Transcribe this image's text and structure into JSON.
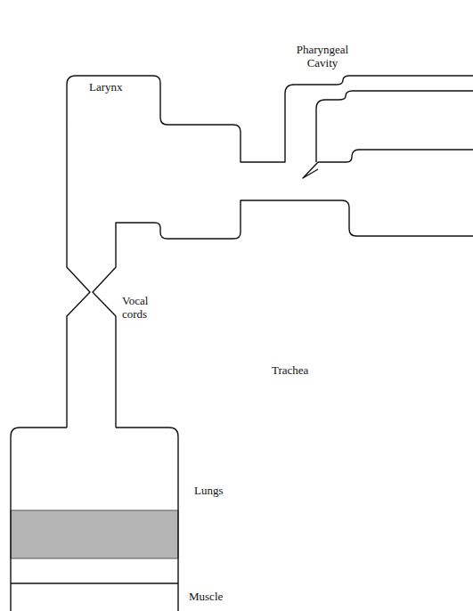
{
  "diagram": {
    "labels": [
      "Pharyngeal Cavity",
      "Larynx",
      "Vocal cords",
      "Trachea",
      "Lungs",
      "Muscle"
    ]
  }
}
